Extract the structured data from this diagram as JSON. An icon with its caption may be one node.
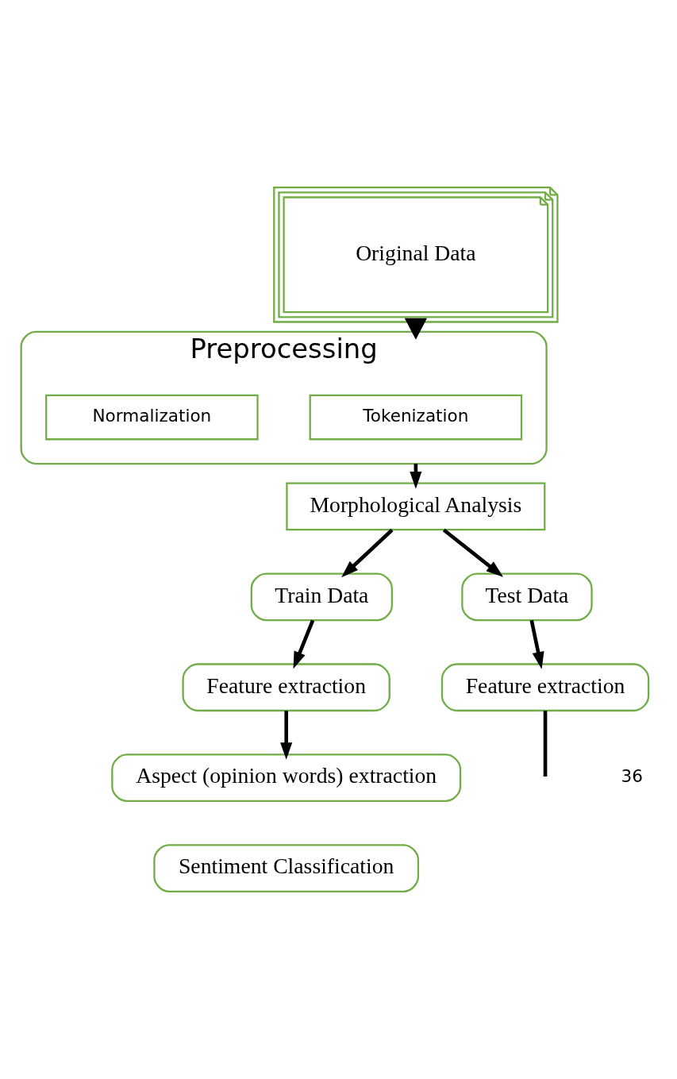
{
  "diagram": {
    "nodes": [
      {
        "text": [
          "Original Data"
        ]
      },
      {
        "text": [
          "Preprocessing"
        ]
      },
      {
        "text": [
          "Tokenization"
        ],
        "in": 1
      },
      {
        "text": [
          "Normalization"
        ],
        "in": 1
      },
      {
        "text": [
          "Morphological Analysis"
        ]
      },
      {
        "text": [
          "Train Data"
        ]
      },
      {
        "text": [
          "Test Data"
        ]
      },
      {
        "text": [
          "Feature extraction"
        ]
      },
      {
        "text": [
          "Feature extraction"
        ]
      },
      {
        "text": [
          "Aspect (opinion words) extraction"
        ]
      },
      {
        "text": [
          "Sentiment Classification"
        ]
      }
    ],
    "edges": [
      {
        "from": 0,
        "to": 1,
        "arrow": "to",
        "style": "thick"
      },
      {
        "from": 1,
        "to": 4,
        "arrow": "to"
      },
      {
        "from": 4,
        "to": 5,
        "arrow": "to"
      },
      {
        "from": 4,
        "to": 6,
        "arrow": "to"
      },
      {
        "from": 5,
        "to": 7,
        "arrow": "to"
      },
      {
        "from": 7,
        "to": 9,
        "arrow": "to"
      },
      {
        "from": 6,
        "to": 8,
        "arrow": "to"
      },
      {
        "from": 8,
        "to": null,
        "arrow": "none"
      }
    ],
    "labels": [
      "36"
    ]
  }
}
